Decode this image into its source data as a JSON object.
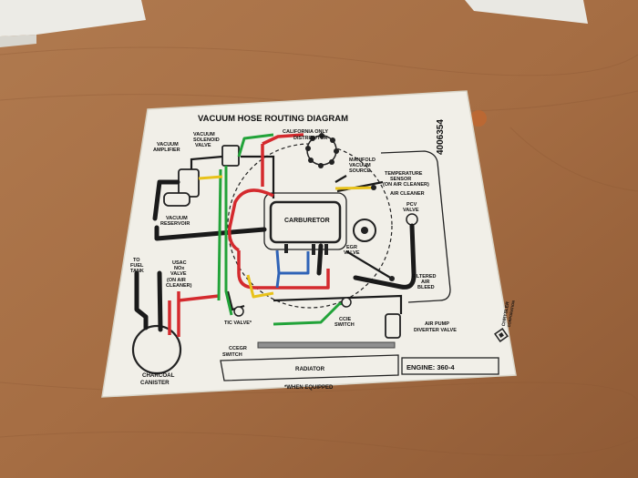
{
  "decal": {
    "title": "VACUUM HOSE ROUTING DIAGRAM",
    "part_number": "4006354",
    "labels": {
      "california_only": "CALIFORNIA ONLY",
      "distributor": "DISTRIBUTOR",
      "vacuum_solenoid_valve_1": "VACUUM",
      "vacuum_solenoid_valve_2": "SOLENOID",
      "vacuum_solenoid_valve_3": "VALVE",
      "vacuum_amplifier_1": "VACUUM",
      "vacuum_amplifier_2": "AMPLIFIER",
      "manifold_vacuum_1": "MANIFOLD",
      "manifold_vacuum_2": "VACUUM",
      "manifold_vacuum_3": "SOURCE",
      "temperature_sensor_1": "TEMPERATURE",
      "temperature_sensor_2": "SENSOR",
      "temperature_sensor_3": "(ON AIR CLEANER)",
      "air_cleaner": "AIR CLEANER",
      "pcv_valve_1": "PCV",
      "pcv_valve_2": "VALVE",
      "carburetor": "CARBURETOR",
      "vacuum_reservoir_1": "VACUUM",
      "vacuum_reservoir_2": "RESERVOIR",
      "to_fuel_tank_1": "TO",
      "to_fuel_tank_2": "FUEL",
      "to_fuel_tank_3": "TANK",
      "usac_nox_1": "USAC",
      "usac_nox_2": "NOx",
      "usac_nox_3": "VALVE",
      "usac_nox_4": "(ON AIR",
      "usac_nox_5": "CLEANER)",
      "egr_valve_1": "EGR",
      "egr_valve_2": "VALVE",
      "filtered_air_bleed_1": "FILTERED",
      "filtered_air_bleed_2": "AIR",
      "filtered_air_bleed_3": "BLEED",
      "tic_valve": "TIC VALVE*",
      "ccie_switch_1": "CCIE",
      "ccie_switch_2": "SWITCH",
      "air_pump_1": "AIR PUMP",
      "air_pump_2": "DIVERTER VALVE",
      "charcoal_canister_1": "CHARCOAL",
      "charcoal_canister_2": "CANISTER",
      "ccegr_switch_1": "CCEGR",
      "ccegr_switch_2": "SWITCH",
      "radiator": "RADIATOR",
      "engine": "ENGINE: 360-4",
      "when_equipped": "*WHEN EQUIPPED",
      "brand_1": "CHRYSLER",
      "brand_2": "CORPORATION"
    }
  },
  "colors": {
    "table": "#a9724a",
    "paper": "#f1efe8",
    "hose_red": "#d42a2e",
    "hose_green": "#22a339",
    "hose_blue": "#2f63b7",
    "hose_yellow": "#e8c21a",
    "hose_black": "#1a1a1a"
  }
}
